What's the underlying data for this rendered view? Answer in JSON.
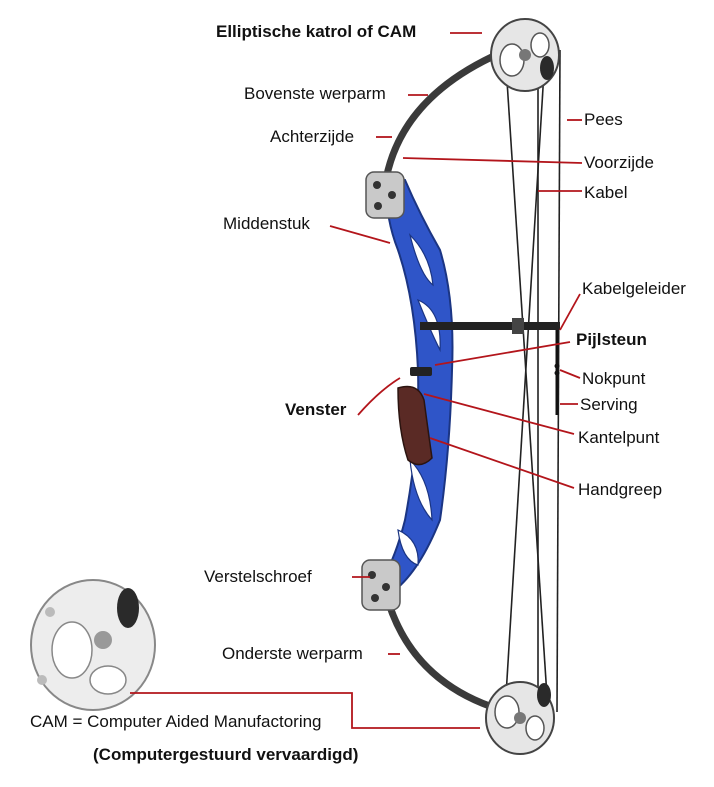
{
  "labels": {
    "cam": "Elliptische katrol of CAM",
    "upper_limb": "Bovenste werparm",
    "back": "Achterzijde",
    "riser": "Middenstuk",
    "window": "Venster",
    "adjust_screw": "Verstelschroef",
    "lower_limb": "Onderste werparm",
    "string": "Pees",
    "face": "Voorzijde",
    "cable": "Kabel",
    "cable_guide": "Kabelgeleider",
    "arrow_rest": "Pijlsteun",
    "nock_point": "Nokpunt",
    "serving": "Serving",
    "pivot_point": "Kantelpunt",
    "grip": "Handgreep"
  },
  "cam_note": {
    "line1": "CAM = Computer Aided Manufactoring",
    "line2": "(Computergestuurd vervaardigd)"
  },
  "colors": {
    "riser_blue": "#2f55c8",
    "riser_dark": "#1b3583",
    "leader_red": "#b3151b",
    "limb": "#3a3a3a",
    "grip": "#5a2a25"
  }
}
